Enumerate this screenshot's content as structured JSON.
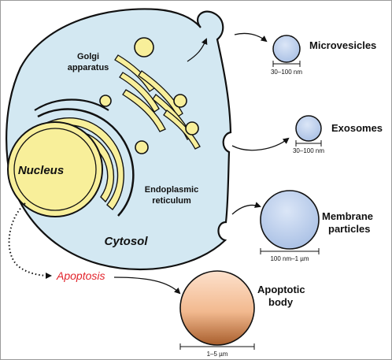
{
  "labels": {
    "golgi_line1": "Golgi",
    "golgi_line2": "apparatus",
    "nucleus": "Nucleus",
    "er_line1": "Endoplasmic",
    "er_line2": "reticulum",
    "cytosol": "Cytosol",
    "apoptosis": "Apoptosis"
  },
  "vesicles": [
    {
      "id": "microvesicles",
      "name_lines": [
        "Microvesicles"
      ],
      "size_range": "30–100 nm"
    },
    {
      "id": "exosomes",
      "name_lines": [
        "Exosomes"
      ],
      "size_range": "30–100 nm"
    },
    {
      "id": "membrane-particles",
      "name_lines": [
        "Membrane",
        "particles"
      ],
      "size_range": "100 nm–1 µm"
    },
    {
      "id": "apoptotic-body",
      "name_lines": [
        "Apoptotic",
        "body"
      ],
      "size_range": "1–5 µm"
    }
  ],
  "colors": {
    "cell_fill": "#d3e8f2",
    "organelle_fill": "#f8ef9a",
    "vesicle_fill": "#b9cdea",
    "apoptotic_fill": "#f2c4a0",
    "apoptosis_text": "#e2232b",
    "outline": "#111111",
    "frame": "#9a9a9a"
  }
}
